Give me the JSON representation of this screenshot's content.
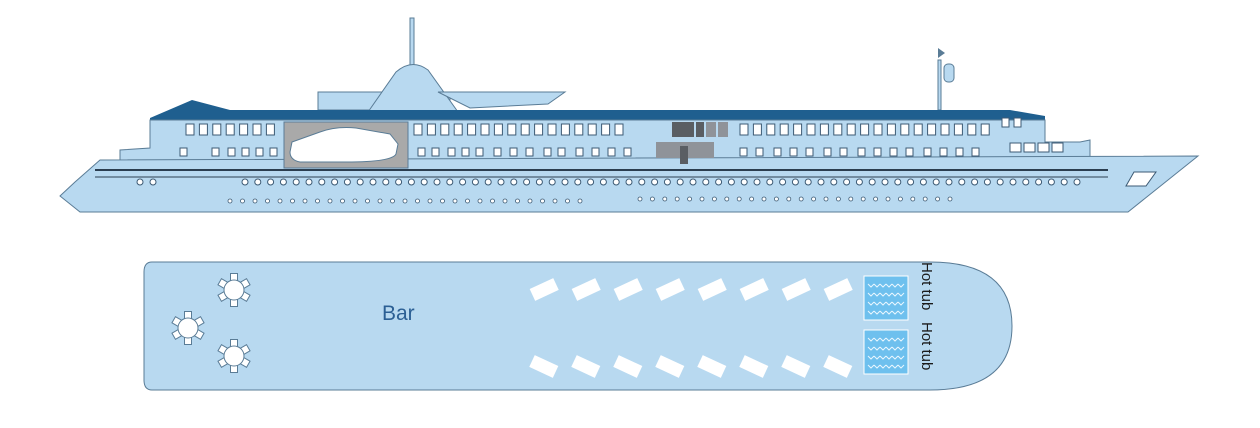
{
  "colors": {
    "hull": "#b8d9f0",
    "hull_stroke": "#5a7c96",
    "roof": "#1f5f8f",
    "window_fill": "#ffffff",
    "window_stroke": "#3c5a74",
    "lifeboat_bay": "#a9a9a9",
    "dark_panel": "#5a5e63",
    "mid_panel": "#8f9399",
    "line": "#2b3e50",
    "hot_tub": "#6ec0ee",
    "bar_text": "#2b5f94",
    "deck_text": "#1a1a1a"
  },
  "deck": {
    "bar_label": "Bar",
    "hot_tub_labels": [
      "Hot tub",
      "Hot tub"
    ],
    "sunlounger_count_per_row": 8,
    "table_count": 3
  }
}
